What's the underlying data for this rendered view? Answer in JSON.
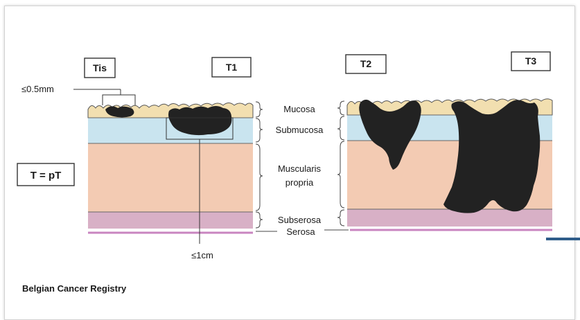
{
  "stage_labels": [
    "Tis",
    "T1",
    "T2",
    "T3"
  ],
  "layer_labels": {
    "mucosa": "Mucosa",
    "submucosa": "Submucosa",
    "muscularis_line1": "Muscularis",
    "muscularis_line2": "propria",
    "subserosa": "Subserosa",
    "serosa": "Serosa"
  },
  "tis_depth_label": "≤0.5mm",
  "t1_size_label": "≤1cm",
  "classification_label": "T = pT",
  "footer_credit": "Belgian Cancer Registry",
  "colors": {
    "mucosa": "#f2dfb0",
    "submucosa": "#c9e4ef",
    "muscularis": "#f3cbb3",
    "subserosa": "#d8b0c6",
    "serosa": "#c985c0",
    "tumor": "#222222",
    "accent": "#2f5d8a"
  }
}
